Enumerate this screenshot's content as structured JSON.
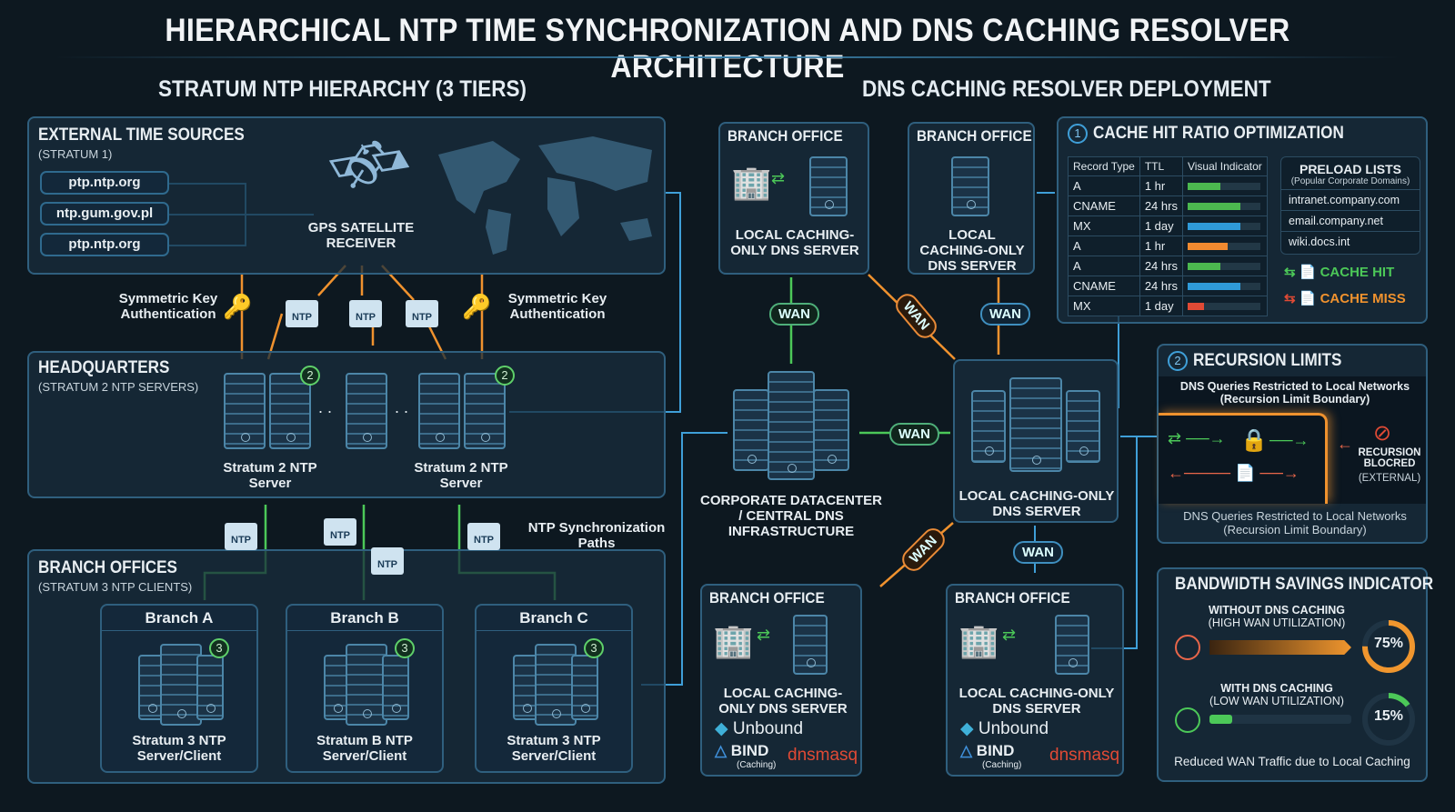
{
  "title": "HIERARCHICAL NTP TIME SYNCHRONIZATION AND DNS CACHING RESOLVER ARCHITECTURE",
  "ntp": {
    "section_title": "STRATUM NTP HIERARCHY (3 TIERS)",
    "external": {
      "title": "EXTERNAL TIME SOURCES",
      "subtitle": "(STRATUM 1)",
      "sources": [
        "ptp.ntp.org",
        "ntp.gum.gov.pl",
        "ptp.ntp.org"
      ],
      "gps_label": "GPS SATELLITE RECEIVER"
    },
    "auth_label": "Symmetric Key Authentication",
    "packet_label": "NTP",
    "hq": {
      "title": "HEADQUARTERS",
      "subtitle": "(STRATUM 2 NTP SERVERS)",
      "badge": "2",
      "server_label": "Stratum 2 NTP Server",
      "dots": ". ."
    },
    "sync_label": "NTP Synchronization Paths",
    "branches": {
      "title": "BRANCH OFFICES",
      "subtitle": "(STRATUM 3 NTP CLIENTS)",
      "badge": "3",
      "items": [
        {
          "name": "Branch A",
          "label": "Stratum 3 NTP Server/Client"
        },
        {
          "name": "Branch B",
          "label": "Stratum B NTP Server/Client"
        },
        {
          "name": "Branch C",
          "label": "Stratum 3 NTP Server/Client"
        }
      ]
    }
  },
  "dns": {
    "section_title": "DNS CACHING RESOLVER DEPLOYMENT",
    "branch_title": "BRANCH OFFICE",
    "local_label": "LOCAL CACHING-ONLY DNS SERVER",
    "wan": "WAN",
    "datacenter_label": "CORPORATE DATACENTER / CENTRAL DNS INFRASTRUCTURE",
    "software": {
      "unbound": "Unbound",
      "bind": "BIND",
      "bind_sub": "(Caching)",
      "dnsmasq": "dnsmasq"
    }
  },
  "cache": {
    "number": "1",
    "title": "CACHE HIT RATIO OPTIMIZATION",
    "headers": [
      "Record Type",
      "TTL",
      "Visual Indicator"
    ],
    "rows": [
      {
        "type": "A",
        "ttl": "1 hr",
        "fill": 0.45,
        "color": "#4cb84f"
      },
      {
        "type": "CNAME",
        "ttl": "24 hrs",
        "fill": 0.72,
        "color": "#4cb84f"
      },
      {
        "type": "MX",
        "ttl": "1 day",
        "fill": 0.72,
        "color": "#2f9ad8"
      },
      {
        "type": "A",
        "ttl": "1 hr",
        "fill": 0.55,
        "color": "#f08a30"
      },
      {
        "type": "A",
        "ttl": "24 hrs",
        "fill": 0.45,
        "color": "#4cb84f"
      },
      {
        "type": "CNAME",
        "ttl": "24 hrs",
        "fill": 0.72,
        "color": "#2f9ad8"
      },
      {
        "type": "MX",
        "ttl": "1 day",
        "fill": 0.22,
        "color": "#e04a35"
      }
    ],
    "preload": {
      "title": "PRELOAD LISTS",
      "subtitle": "(Popular Corporate Domains)",
      "items": [
        "intranet.company.com",
        "email.company.net",
        "wiki.docs.int"
      ]
    },
    "hit": "CACHE HIT",
    "miss": "CACHE MISS"
  },
  "recursion": {
    "number": "2",
    "title": "RECURSION LIMITS",
    "top_text": "DNS Queries Restricted to Local Networks (Recursion Limit Boundary)",
    "blocked": "RECURSION BLOCRED",
    "blocked_sub": "(EXTERNAL)",
    "bottom_text": "DNS Queries Restricted to Local Networks (Recursion Limit Boundary)"
  },
  "bandwidth": {
    "title": "BANDWIDTH SAVINGS INDICATOR",
    "without": {
      "label": "WITHOUT DNS CACHING",
      "sub": "(HIGH WAN UTILIZATION)",
      "value": "75%",
      "fraction": 0.75,
      "color": "#f0962e"
    },
    "with": {
      "label": "WITH DNS CACHING",
      "sub": "(LOW WAN UTILIZATION)",
      "value": "15%",
      "fraction": 0.15,
      "color": "#4cc850"
    },
    "footer": "Reduced WAN Traffic due to Local Caching"
  }
}
